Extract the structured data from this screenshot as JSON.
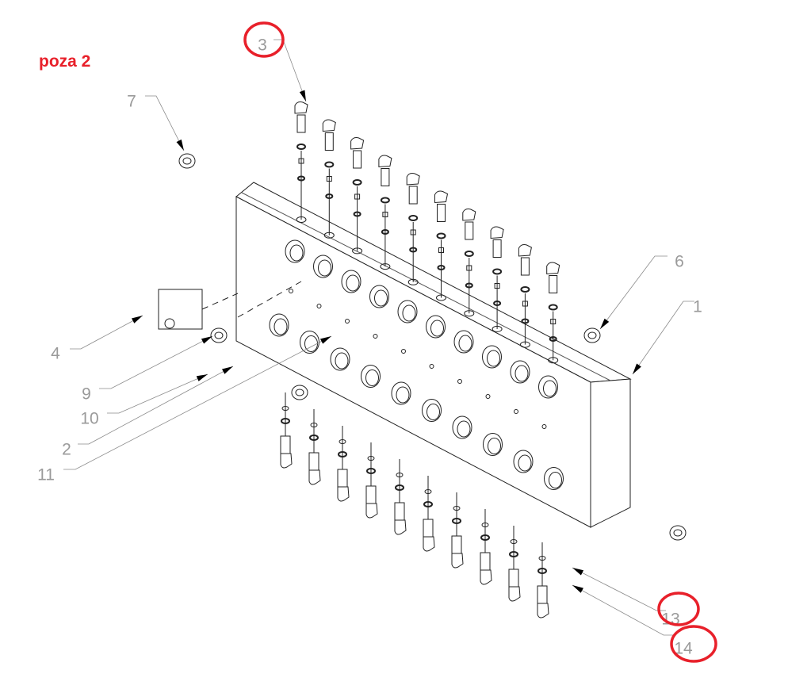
{
  "title": "poza 2",
  "callouts": [
    {
      "id": "3",
      "label": "3",
      "highlighted": true
    },
    {
      "id": "7",
      "label": "7",
      "highlighted": false
    },
    {
      "id": "6",
      "label": "6",
      "highlighted": false
    },
    {
      "id": "1",
      "label": "1",
      "highlighted": false
    },
    {
      "id": "4",
      "label": "4",
      "highlighted": false
    },
    {
      "id": "9",
      "label": "9",
      "highlighted": false
    },
    {
      "id": "10",
      "label": "10",
      "highlighted": false
    },
    {
      "id": "2",
      "label": "2",
      "highlighted": false
    },
    {
      "id": "11",
      "label": "11",
      "highlighted": false
    },
    {
      "id": "13",
      "label": "13",
      "highlighted": true
    },
    {
      "id": "14",
      "label": "14",
      "highlighted": true
    }
  ],
  "colors": {
    "highlight": "#e8202a",
    "line": "#222222",
    "leader": "#8a8a8a"
  }
}
